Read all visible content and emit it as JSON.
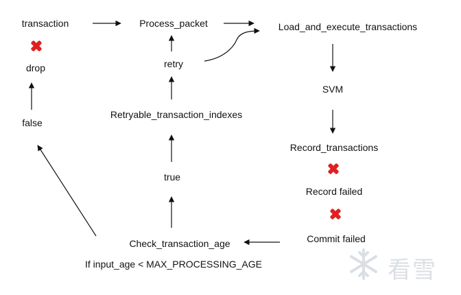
{
  "nodes": {
    "transaction": "transaction",
    "process_packet": "Process_packet",
    "load_execute": "Load_and_execute_transactions",
    "drop": "drop",
    "retry": "retry",
    "svm": "SVM",
    "false_label": "false",
    "retryable": "Retryable_transaction_indexes",
    "record_transactions": "Record_transactions",
    "record_failed": "Record failed",
    "true_label": "true",
    "commit_failed": "Commit failed",
    "check_age": "Check_transaction_age",
    "condition": "If input_age < MAX_PROCESSING_AGE"
  },
  "icons": {
    "failure_marker": "x-mark-icon",
    "failure_color": "#e02020",
    "watermark": "snowflake-icon"
  },
  "watermark_text": "看雪"
}
